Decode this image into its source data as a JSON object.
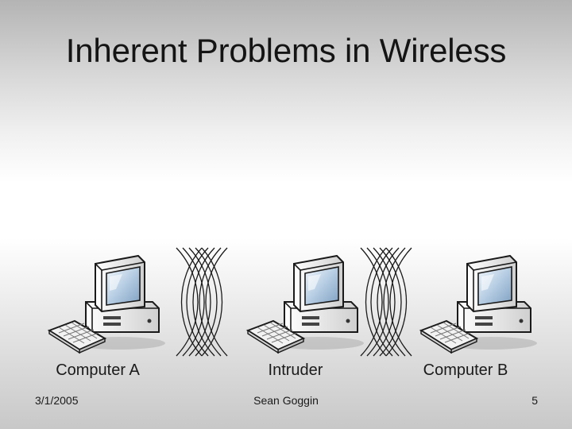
{
  "slide": {
    "title": "Inherent Problems in Wireless",
    "nodes": [
      {
        "label": "Computer A",
        "icon": "desktop-computer-icon"
      },
      {
        "label": "Intruder",
        "icon": "desktop-computer-icon"
      },
      {
        "label": "Computer B",
        "icon": "desktop-computer-icon"
      }
    ],
    "links": [
      {
        "icon": "wireless-signal-icon"
      },
      {
        "icon": "wireless-signal-icon"
      }
    ]
  },
  "footer": {
    "date": "3/1/2005",
    "author": "Sean Goggin",
    "page_number": "5"
  }
}
